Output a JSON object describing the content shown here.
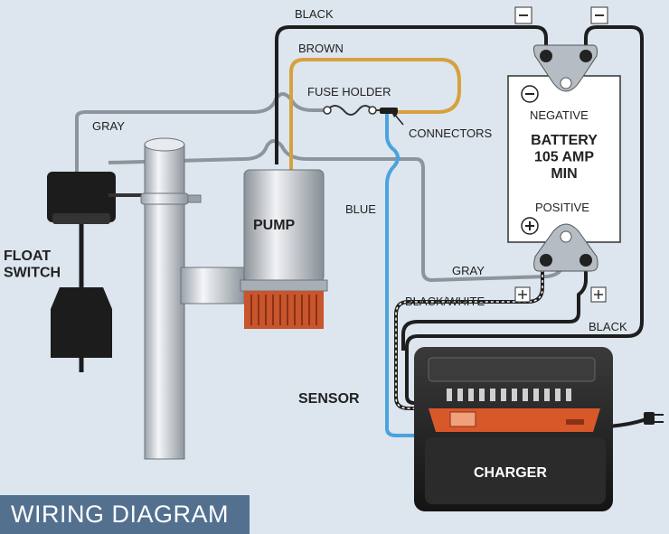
{
  "title": "WIRING DIAGRAM",
  "components": {
    "float_switch": "FLOAT\nSWITCH",
    "pump": "PUMP",
    "fuse_holder": "FUSE HOLDER",
    "connectors": "CONNECTORS",
    "sensor": "SENSOR",
    "charger": "CHARGER",
    "battery": {
      "label": "BATTERY\n105 AMP\nMIN",
      "negative": "NEGATIVE",
      "positive": "POSITIVE"
    }
  },
  "wires": {
    "black_top": "BLACK",
    "brown": "BROWN",
    "gray_left": "GRAY",
    "blue": "BLUE",
    "gray_right": "GRAY",
    "black_white": "BLACK/WHITE",
    "black_right": "BLACK"
  },
  "colors": {
    "background": "#dde5ee",
    "black_wire": "#1e1e1e",
    "brown_wire": "#d6a13c",
    "gray_wire": "#8d949c",
    "blue_wire": "#4aa3dc",
    "pump_base": "#c8552b",
    "banner": "#53708f"
  }
}
